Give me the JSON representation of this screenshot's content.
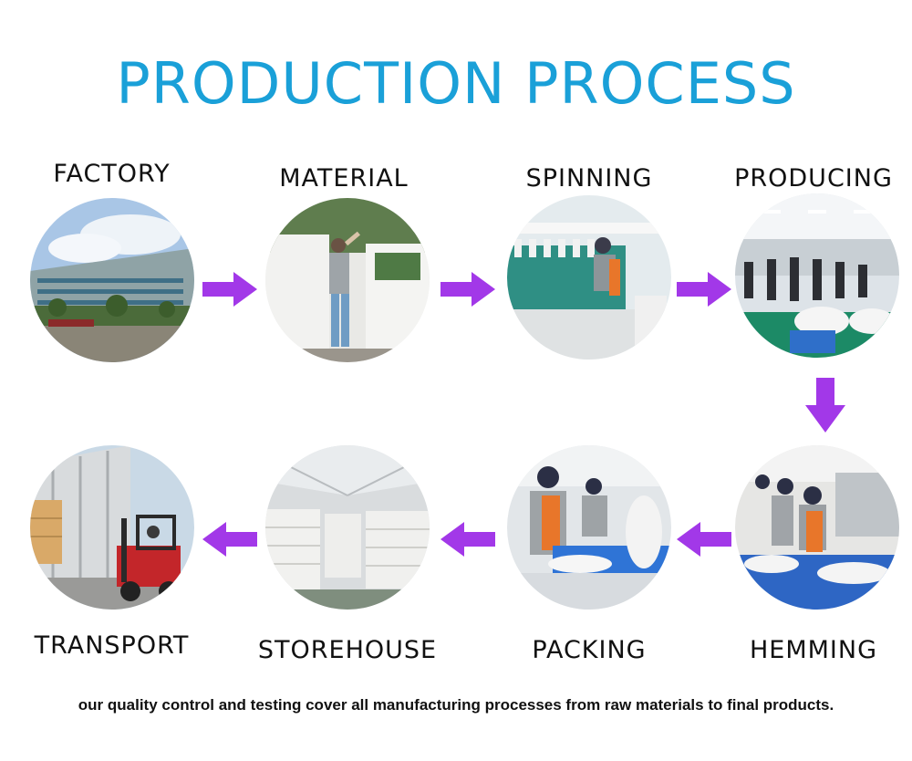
{
  "title": "PRODUCTION PROCESS",
  "colors": {
    "title": "#1aa0d8",
    "arrow": "#a238e8",
    "text": "#111111"
  },
  "steps": [
    {
      "label": "FACTORY",
      "image": "factory-building-photo"
    },
    {
      "label": "MATERIAL",
      "image": "worker-stacking-cotton-bales-photo"
    },
    {
      "label": "SPINNING",
      "image": "worker-at-spinning-machine-photo"
    },
    {
      "label": "PRODUCING",
      "image": "knitting-machines-floor-photo"
    },
    {
      "label": "HEMMING",
      "image": "workers-sewing-photo"
    },
    {
      "label": "PACKING",
      "image": "workers-packing-socks-photo"
    },
    {
      "label": "STOREHOUSE",
      "image": "warehouse-stacked-bags-photo"
    },
    {
      "label": "TRANSPORT",
      "image": "forklift-loading-truck-photo"
    }
  ],
  "arrows": [
    "arrow-right",
    "arrow-right",
    "arrow-right",
    "arrow-down",
    "arrow-left",
    "arrow-left",
    "arrow-left"
  ],
  "footer": "our quality control and testing cover all manufacturing processes from raw materials to final products."
}
